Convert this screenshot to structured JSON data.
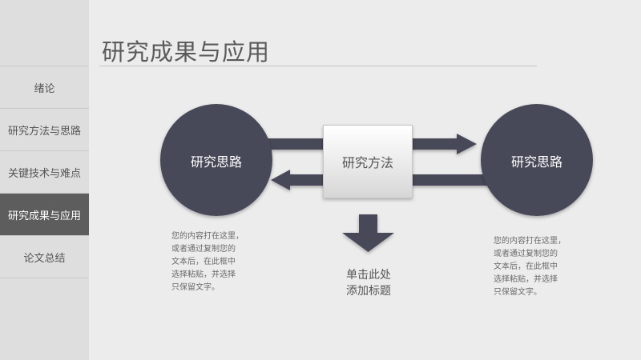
{
  "sidebar": {
    "items": [
      {
        "label": "绪论"
      },
      {
        "label": "研究方法与思路"
      },
      {
        "label": "关键技术与难点"
      },
      {
        "label": "研究成果与应用"
      },
      {
        "label": "论文总结"
      }
    ]
  },
  "page": {
    "title": "研究成果与应用"
  },
  "diagram": {
    "left_circle": "研究思路",
    "center_box": "研究方法",
    "right_circle": "研究思路",
    "left_text": [
      "您的内容打在这里，",
      "或者通过复制您的",
      "文本后，在此框中",
      "选择粘贴，并选择",
      "只保留文字。"
    ],
    "right_text": [
      "您的内容打在这里，",
      "或者通过复制您的",
      "文本后，在此框中",
      "选择粘贴，并选择",
      "只保留文字。"
    ],
    "center_title": [
      "单击此处",
      "添加标题"
    ]
  },
  "colors": {
    "circle": "#474a59",
    "arrow": "#474a59",
    "sidebar_active": "#5d5d5d"
  }
}
